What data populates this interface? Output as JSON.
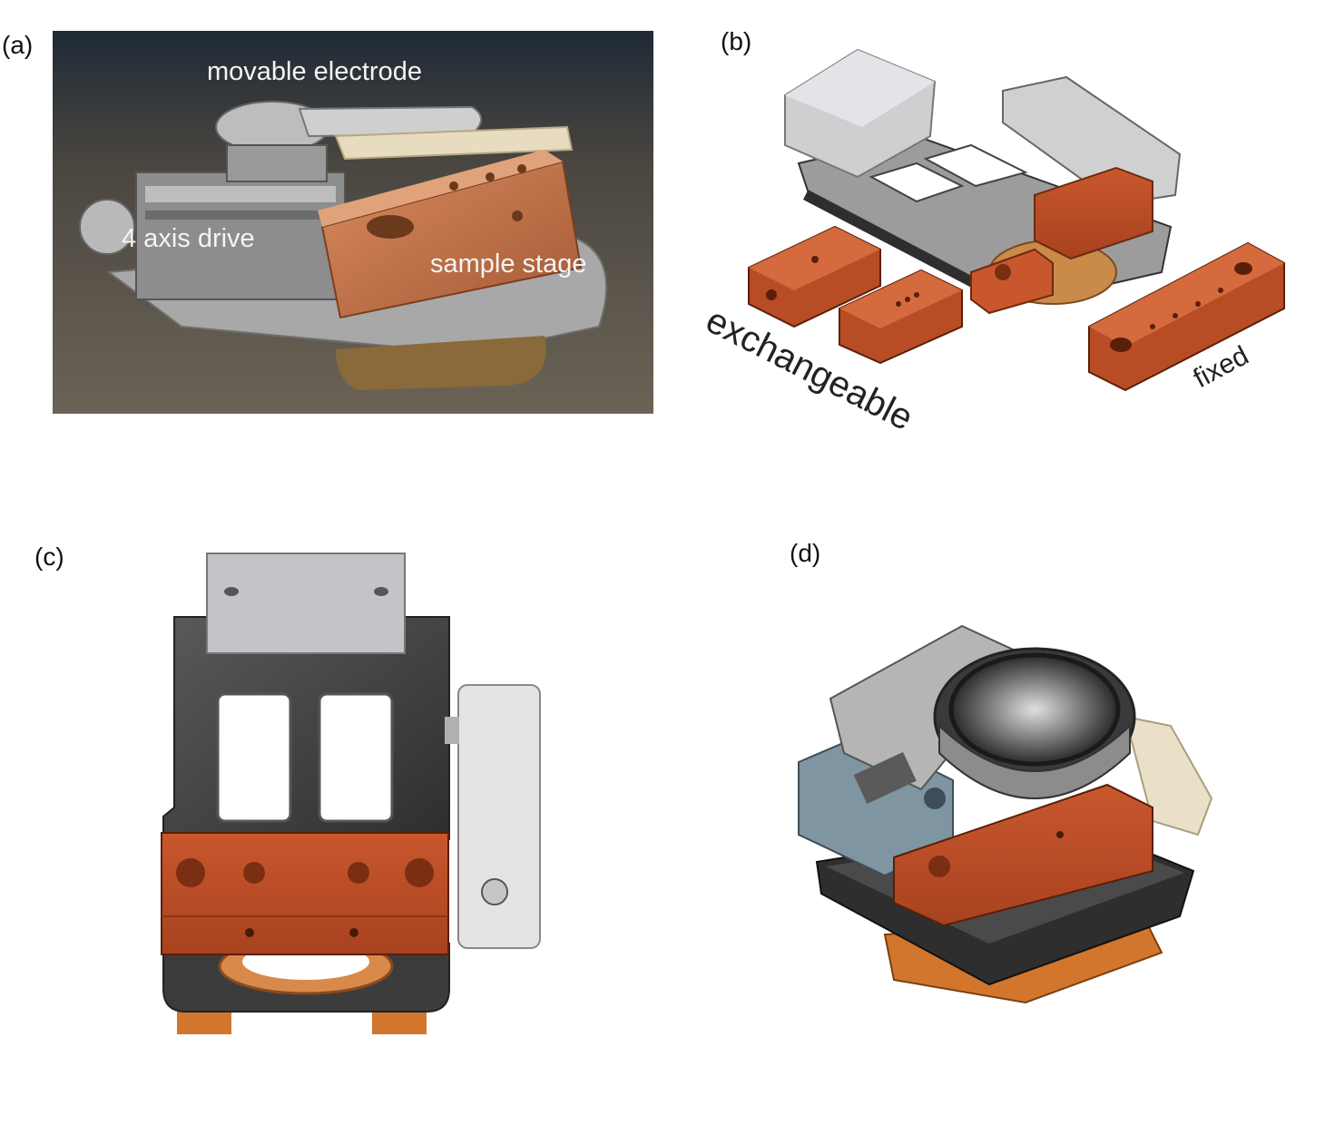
{
  "panels": {
    "a": {
      "label": "(a)",
      "annotations": {
        "movable_electrode": "movable electrode",
        "axis_drive": "4 axis drive",
        "sample_stage": "sample stage"
      }
    },
    "b": {
      "label": "(b)",
      "annotations": {
        "exchangeable": "exchangeable",
        "fixed": "fixed"
      }
    },
    "c": {
      "label": "(c)"
    },
    "d": {
      "label": "(d)"
    }
  },
  "colors": {
    "copper": "#b8502c",
    "steel_dark": "#3c3c3c",
    "steel_light": "#c9c9cc",
    "photo_bg": "#4a4640"
  }
}
